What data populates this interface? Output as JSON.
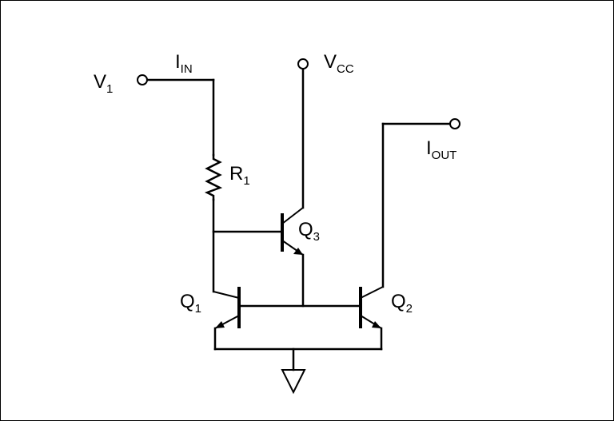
{
  "labels": {
    "v1_main": "V",
    "v1_sub": "1",
    "iin_main": "I",
    "iin_sub": "IN",
    "vcc_main": "V",
    "vcc_sub": "CC",
    "iout_main": "I",
    "iout_sub": "OUT",
    "r1_main": "R",
    "r1_sub": "1",
    "q1_main": "Q",
    "q1_sub": "1",
    "q2_main": "Q",
    "q2_sub": "2",
    "q3_main": "Q",
    "q3_sub": "3"
  },
  "components": [
    {
      "id": "R1",
      "kind": "resistor"
    },
    {
      "id": "Q1",
      "kind": "npn-transistor"
    },
    {
      "id": "Q2",
      "kind": "npn-transistor"
    },
    {
      "id": "Q3",
      "kind": "npn-transistor"
    }
  ],
  "terminals": [
    "V1",
    "VCC",
    "IOUT"
  ],
  "ground": "ground-symbol"
}
